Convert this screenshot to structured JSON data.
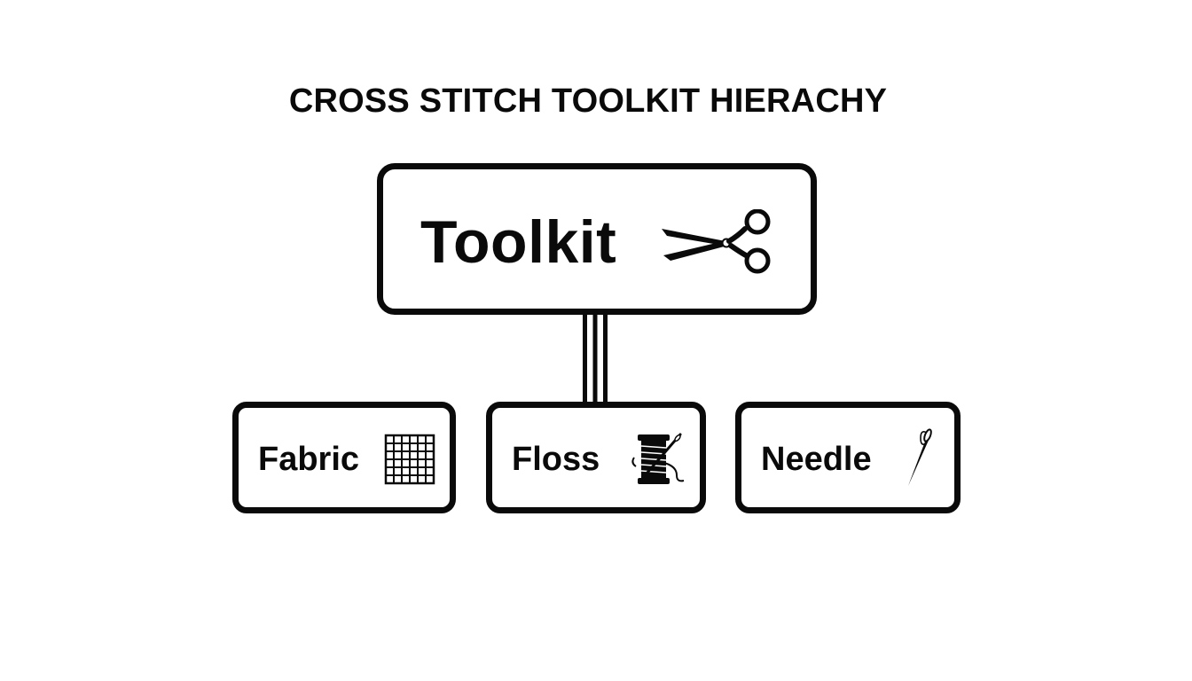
{
  "title": "CROSS STITCH TOOLKIT HIERACHY",
  "root": {
    "label": "Toolkit",
    "icon": "scissors-icon"
  },
  "children": [
    {
      "label": "Fabric",
      "icon": "grid-icon"
    },
    {
      "label": "Floss",
      "icon": "thread-spool-icon"
    },
    {
      "label": "Needle",
      "icon": "needle-icon"
    }
  ],
  "colors": {
    "ink": "#0a0a0a",
    "background": "#ffffff"
  }
}
